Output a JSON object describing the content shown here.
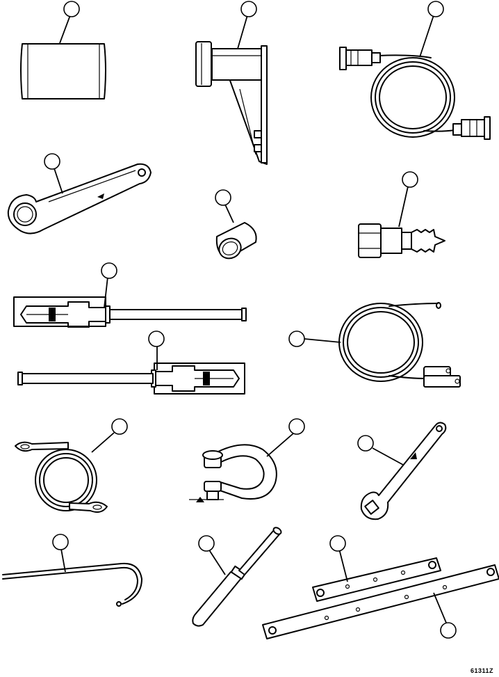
{
  "figure": {
    "id_label": "61311Z",
    "line_color": "#000000",
    "background": "#ffffff"
  },
  "items": [
    {
      "name": "pad-block"
    },
    {
      "name": "angle-bracket-fixture"
    },
    {
      "name": "connector-cable-assembly"
    },
    {
      "name": "box-wrench"
    },
    {
      "name": "sleeve-bushing"
    },
    {
      "name": "hex-fitting-adapter"
    },
    {
      "name": "slide-hammer-puller-upper"
    },
    {
      "name": "slide-hammer-puller-lower"
    },
    {
      "name": "coiled-tube-with-fitting"
    },
    {
      "name": "coiled-cable-lug-ends"
    },
    {
      "name": "shackle-clevis"
    },
    {
      "name": "square-socket-wrench"
    },
    {
      "name": "hook-rod"
    },
    {
      "name": "drift-punch"
    },
    {
      "name": "flat-bar-pair"
    }
  ]
}
